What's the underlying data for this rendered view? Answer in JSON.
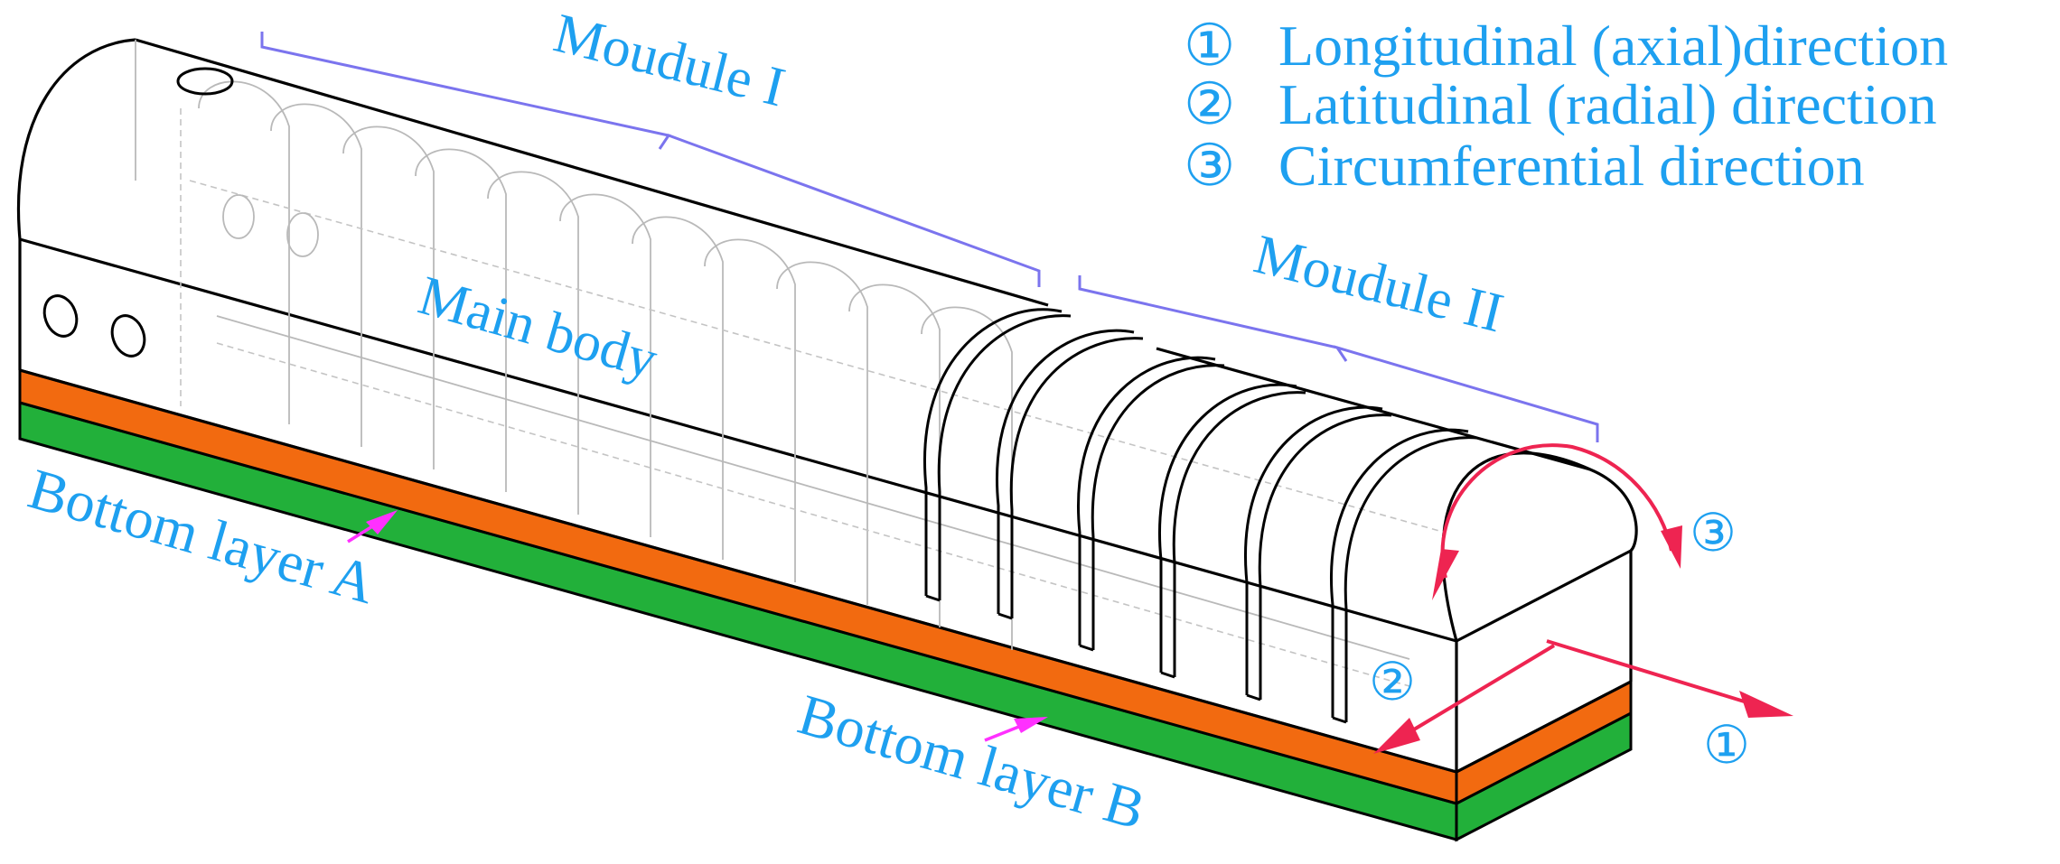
{
  "labels": {
    "module_1": "Moudule I",
    "module_2": "Moudule II",
    "main_body": "Main body",
    "bottom_layer_a": "Bottom layer A",
    "bottom_layer_b": "Bottom layer B"
  },
  "legend": [
    {
      "marker": "①",
      "text": "Longitudinal (axial)direction"
    },
    {
      "marker": "②",
      "text": "Latitudinal (radial) direction"
    },
    {
      "marker": "③",
      "text": "Circumferential direction"
    }
  ],
  "axis_markers": {
    "one": "①",
    "two": "②",
    "three": "③"
  },
  "colors": {
    "label_blue": "#1ea0f0",
    "bracket": "#7b74ee",
    "layer_a": "#f26a10",
    "layer_b": "#22b03a",
    "arrow_red": "#ee2451",
    "pointer_magenta": "#ff30ff"
  }
}
